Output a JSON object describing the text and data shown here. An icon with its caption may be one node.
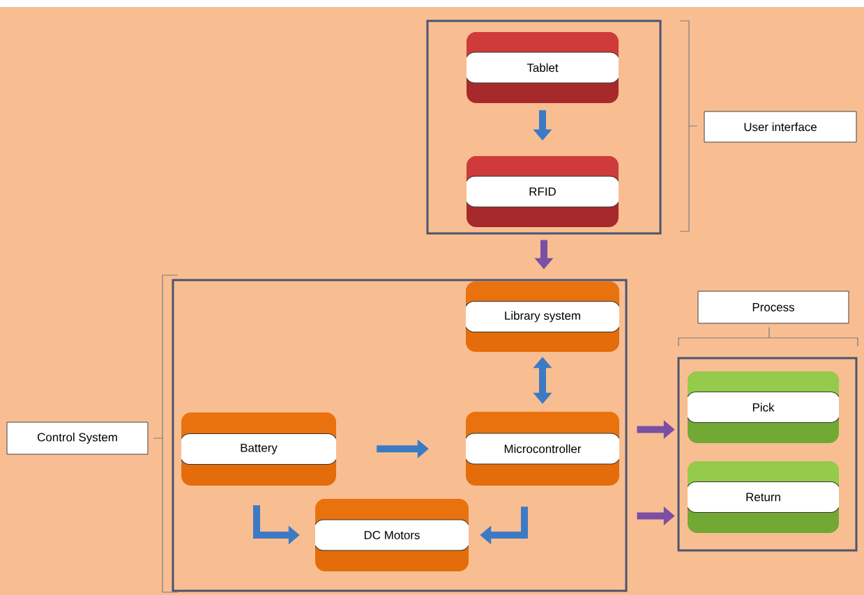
{
  "diagram": {
    "nodes": [
      {
        "text": [],
        "shape": "box"
      },
      {
        "text": [
          "Tablet"
        ],
        "in": 0
      },
      {
        "text": [
          "RFID"
        ],
        "in": 0
      },
      {
        "text": [
          "User interface"
        ]
      },
      {
        "text": [],
        "shape": "box"
      },
      {
        "text": [
          "Library system"
        ],
        "in": 4
      },
      {
        "text": [
          "Microcontroller"
        ],
        "in": 4
      },
      {
        "text": [
          "Battery"
        ],
        "in": 4
      },
      {
        "text": [
          "DC Motors"
        ],
        "in": 4
      },
      {
        "text": [
          "Control System"
        ]
      },
      {
        "text": [
          "Process"
        ]
      },
      {
        "text": [],
        "shape": "box"
      },
      {
        "text": [
          "Pick"
        ],
        "in": 11
      },
      {
        "text": [
          "Return"
        ],
        "in": 11
      }
    ],
    "edges": [
      {
        "from": 1,
        "to": 2,
        "arrow": "to"
      },
      {
        "from": 0,
        "to": 4,
        "arrow": "to",
        "color": "#7b4fa3"
      },
      {
        "from": 5,
        "to": 6,
        "arrow": "both"
      },
      {
        "from": 7,
        "to": 6,
        "arrow": "to"
      },
      {
        "from": 7,
        "to": 8,
        "arrow": "to"
      },
      {
        "from": 6,
        "to": 8,
        "arrow": "to"
      },
      {
        "from": 4,
        "to": 12,
        "arrow": "to",
        "color": "#7b4fa3"
      },
      {
        "from": 4,
        "to": 13,
        "arrow": "to",
        "color": "#7b4fa3"
      }
    ]
  }
}
